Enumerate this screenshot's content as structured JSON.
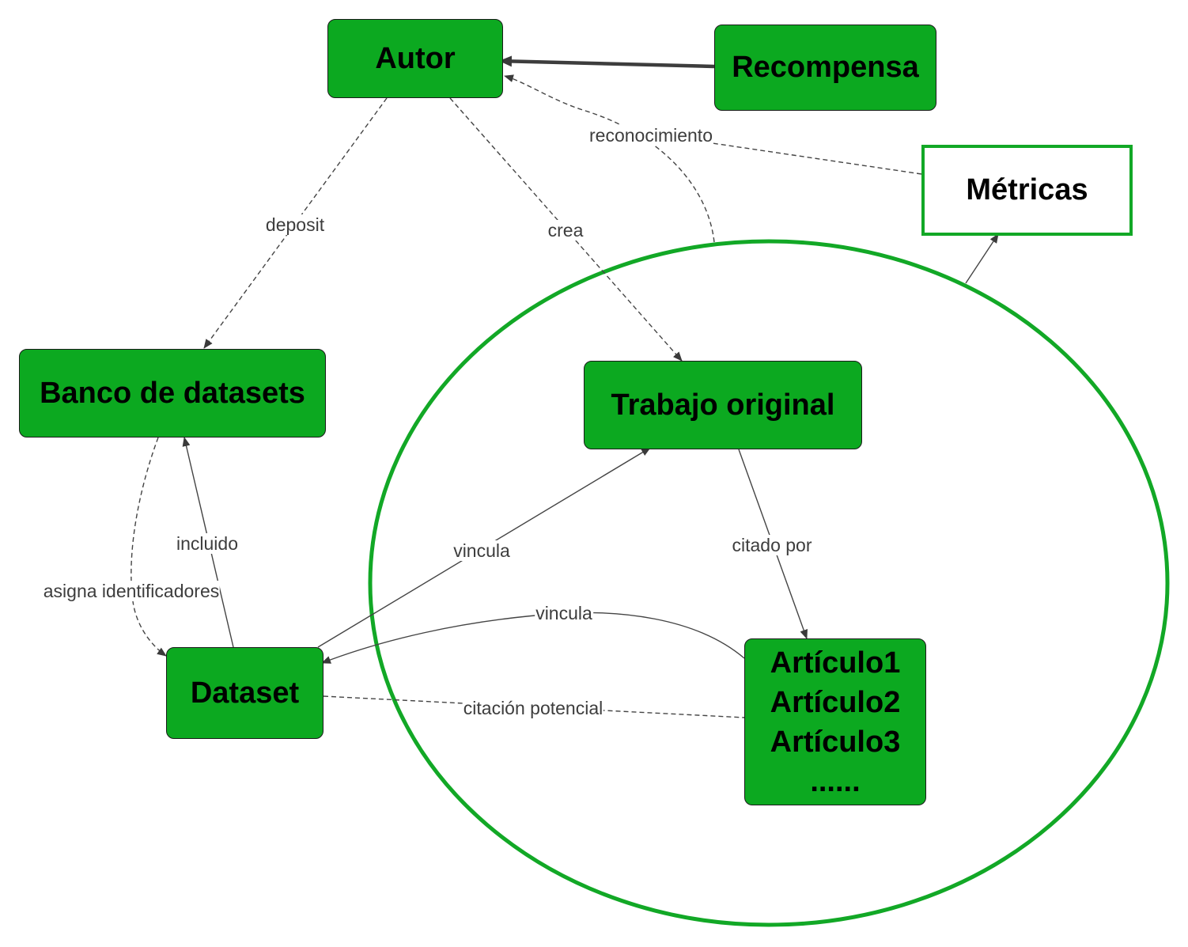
{
  "nodes": {
    "autor": "Autor",
    "recompensa": "Recompensa",
    "metricas": "Métricas",
    "banco": "Banco de datasets",
    "trabajo": "Trabajo original",
    "dataset": "Dataset",
    "articulos": [
      "Artículo1",
      "Artículo2",
      "Artículo3",
      "......"
    ]
  },
  "edges": {
    "deposit": "deposit",
    "crea": "crea",
    "reconocimiento": "reconocimiento",
    "incluido": "incluido",
    "asigna": "asigna identificadores",
    "vincula_trabajo": "vincula",
    "vincula_articulos": "vincula",
    "citado_por": "citado por",
    "citacion_potencial": "citación potencial"
  },
  "colors": {
    "node_fill": "#0ca920",
    "ellipse_stroke": "#12a826",
    "edge": "#444444"
  }
}
